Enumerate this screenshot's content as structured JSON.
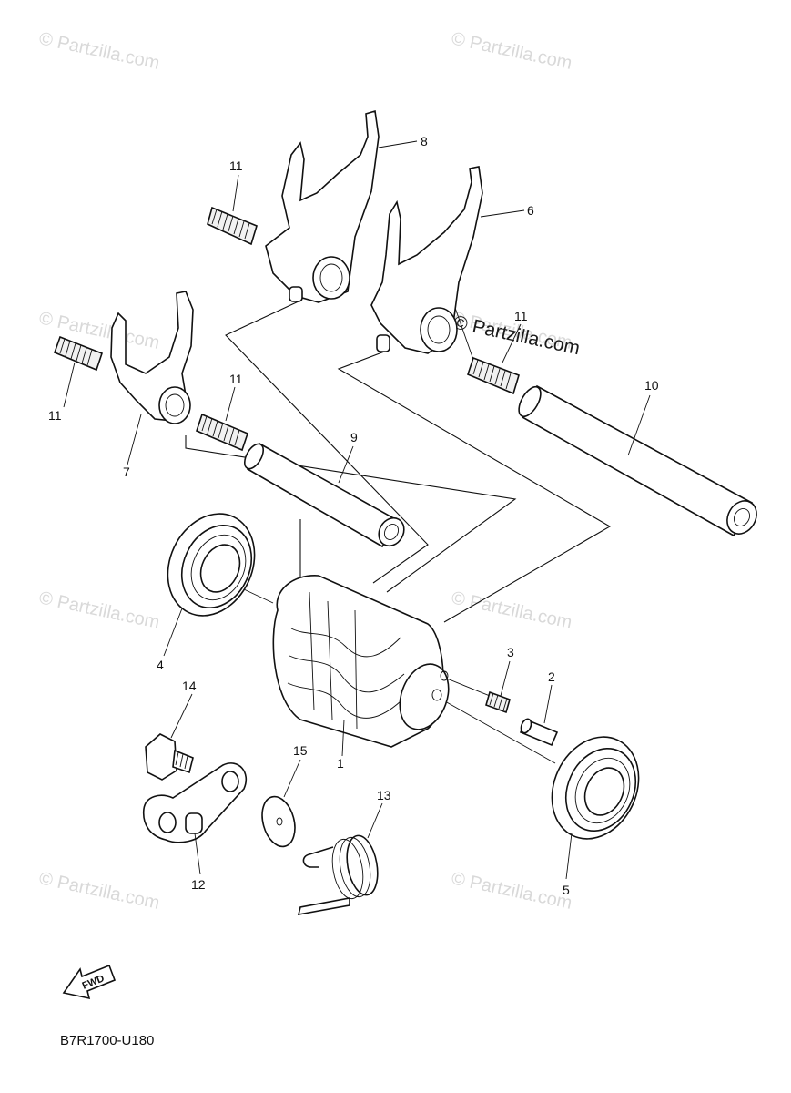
{
  "watermarks": [
    "© Partzilla.com",
    "© Partzilla.com",
    "© Partzilla.com",
    "© Partzilla.com",
    "© Partzilla.com",
    "© Partzilla.com",
    "© Partzilla.com",
    "© Partzilla.com"
  ],
  "center_watermark": "© Partzilla.com",
  "callouts": [
    "8",
    "11",
    "6",
    "11",
    "11",
    "7",
    "11",
    "9",
    "10",
    "4",
    "3",
    "2",
    "14",
    "15",
    "1",
    "13",
    "12",
    "5"
  ],
  "fwd_label": "FWD",
  "diagram_code": "B7R1700-U180"
}
